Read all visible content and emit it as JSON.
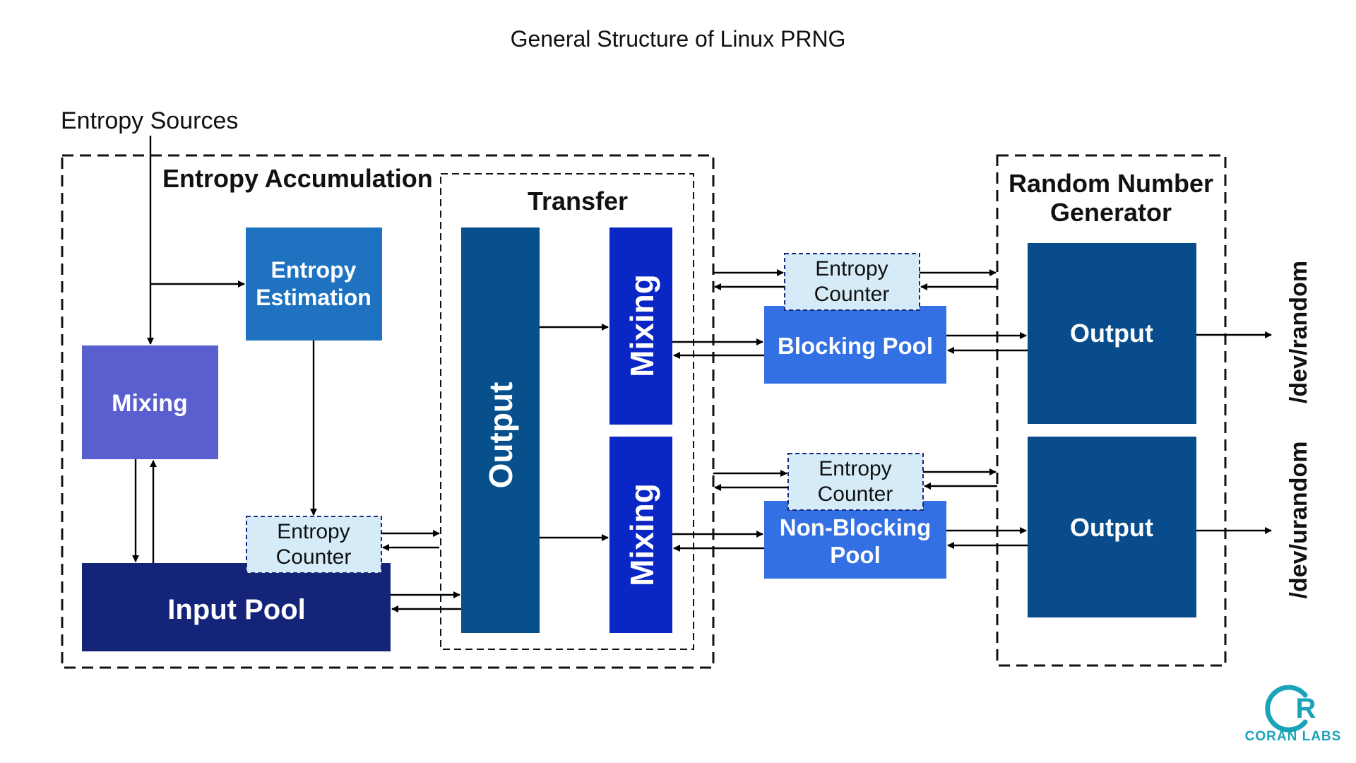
{
  "title": "General Structure of Linux PRNG",
  "entropy_sources": "Entropy Sources",
  "groups": {
    "accumulation": "Entropy Accumulation",
    "transfer": "Transfer",
    "rng_line1": "Random Number",
    "rng_line2": "Generator"
  },
  "boxes": {
    "entropy_estimation_line1": "Entropy",
    "entropy_estimation_line2": "Estimation",
    "mixing_acc": "Mixing",
    "input_pool": "Input Pool",
    "transfer_output": "Output",
    "mixing_top": "Mixing",
    "mixing_bottom": "Mixing",
    "blocking_pool": "Blocking Pool",
    "nonblocking_line1": "Non-Blocking",
    "nonblocking_line2": "Pool",
    "rng_output_top": "Output",
    "rng_output_bottom": "Output"
  },
  "counters": {
    "line1": "Entropy",
    "line2": "Counter"
  },
  "devices": {
    "random": "/dev/random",
    "urandom": "/dev/urandom"
  },
  "logo": {
    "letter": "R",
    "name": "CORAN LABS"
  },
  "colors": {
    "entropy_estimation": "#1f72c0",
    "mixing_acc": "#5a5fcf",
    "input_pool": "#142478",
    "transfer_output": "#07508c",
    "mixing_vertical": "#0a26c4",
    "pool": "#3270e3",
    "rng_output": "#084c8c",
    "counter_fill": "#d5ecf8",
    "counter_border": "#1a2a7a",
    "logo": "#1aa3b8"
  }
}
